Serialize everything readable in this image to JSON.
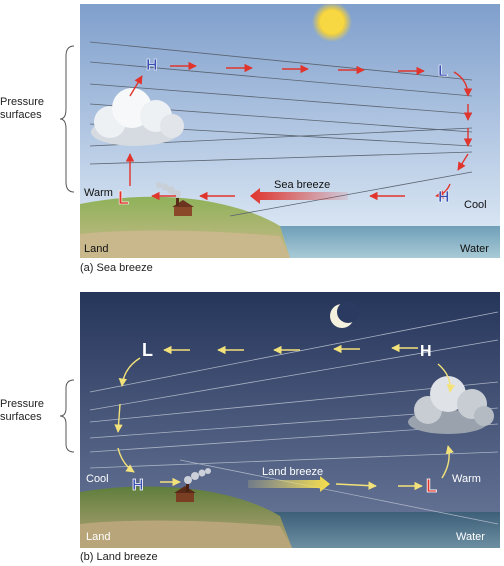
{
  "panel_a": {
    "caption": "(a) Sea breeze",
    "pressure_label_line1": "Pressure",
    "pressure_label_line2": "surfaces",
    "high_top": "H",
    "low_top": "L",
    "low_bottom": "L",
    "high_bottom": "H",
    "wind_label": "Sea breeze",
    "left_temp": "Warm",
    "right_temp": "Cool",
    "land_label": "Land",
    "water_label": "Water",
    "colors": {
      "high": "#3a4fb5",
      "low": "#e0342c",
      "arrow": "#e0342c",
      "sky_top": "#7f9fcc",
      "sky_bottom": "#dce8f4"
    }
  },
  "panel_b": {
    "caption": "(b) Land breeze",
    "pressure_label_line1": "Pressure",
    "pressure_label_line2": "surfaces",
    "low_top": "L",
    "high_top": "H",
    "high_bottom": "H",
    "low_bottom": "L",
    "wind_label": "Land breeze",
    "left_temp": "Cool",
    "right_temp": "Warm",
    "land_label": "Land",
    "water_label": "Water",
    "colors": {
      "high": "#3a4fb5",
      "low": "#e0342c",
      "arrow": "#f3e27a",
      "sky_top": "#2b3a60",
      "sky_bottom": "#5f6f93"
    }
  }
}
